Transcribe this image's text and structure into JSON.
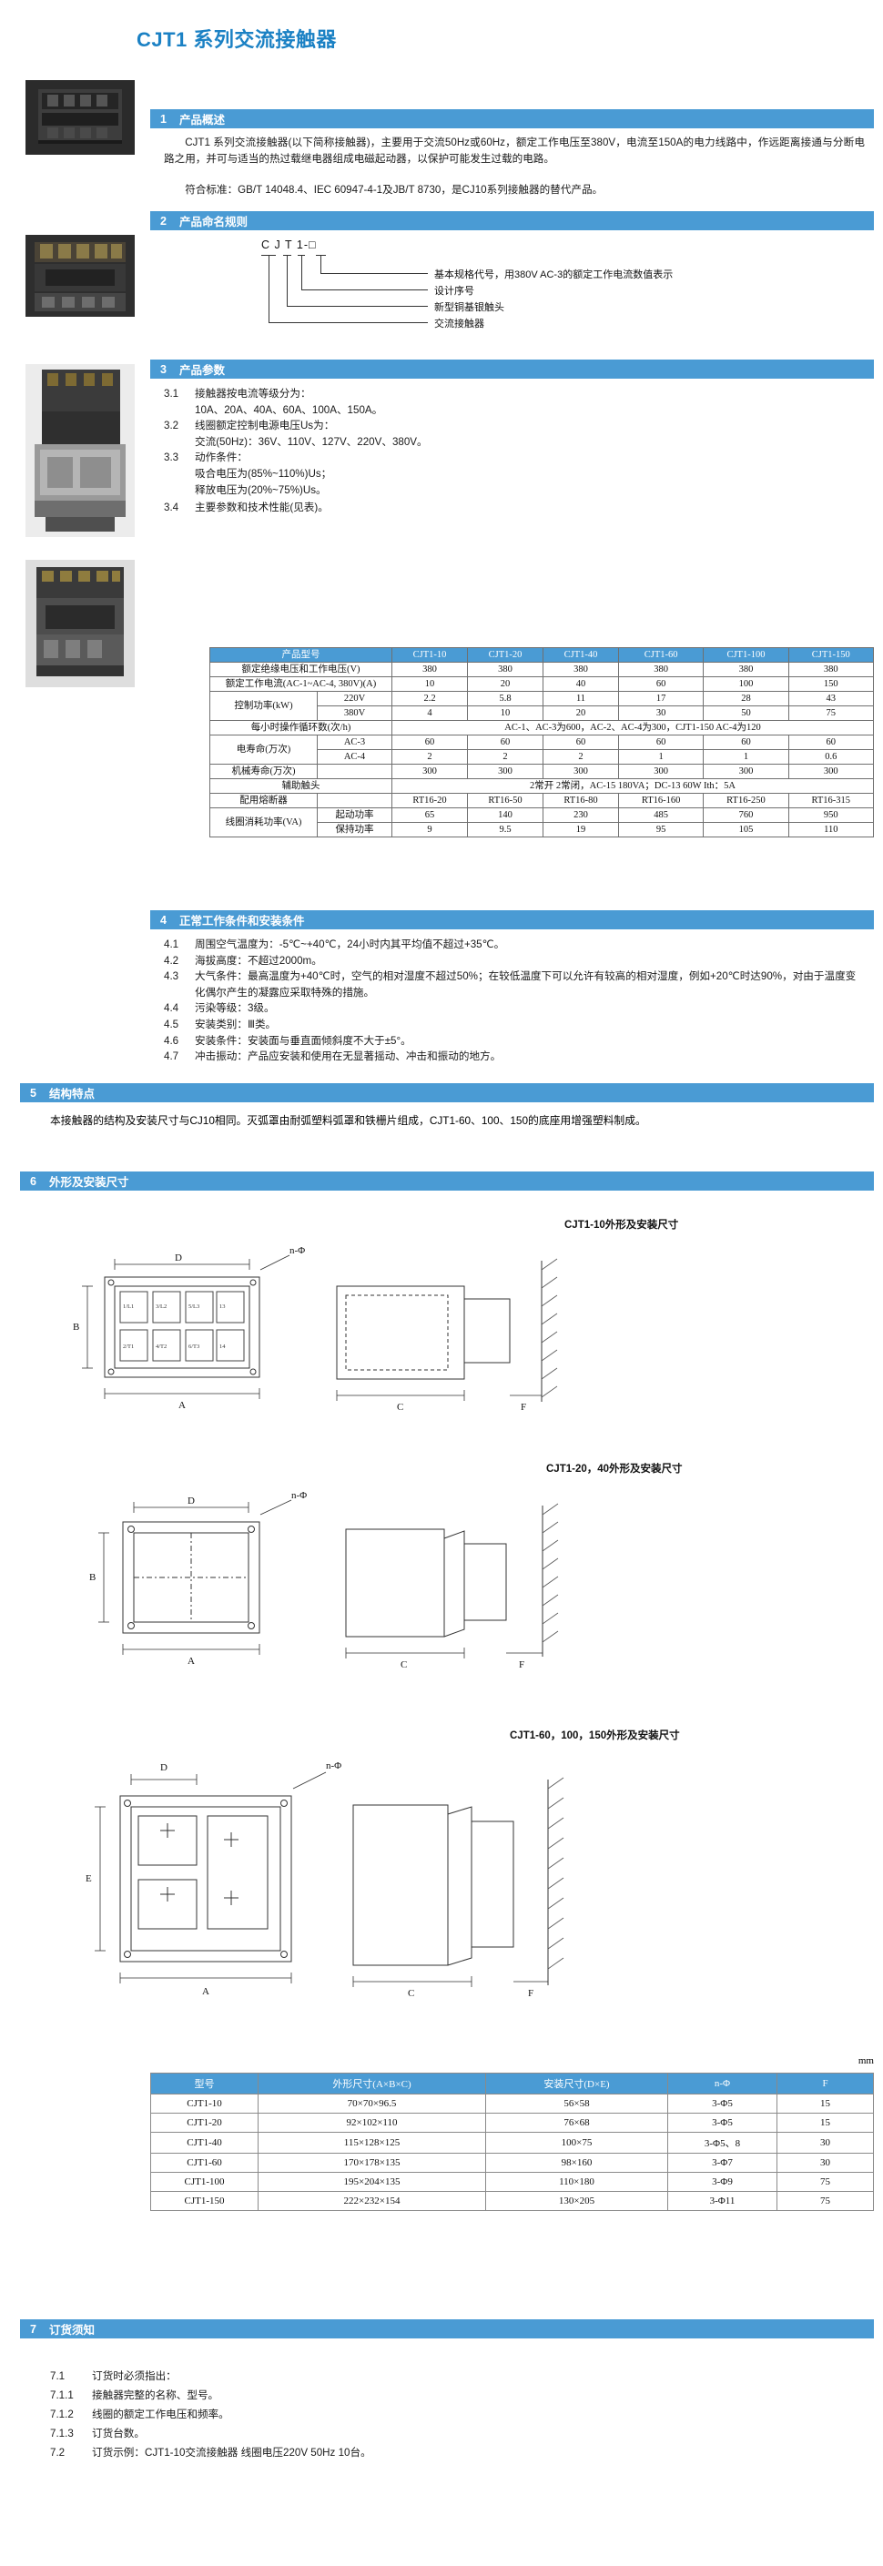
{
  "doc": {
    "title": "CJT1 系列交流接触器"
  },
  "colors": {
    "accent": "#4a9bd4",
    "title": "#1b81c4"
  },
  "sections": {
    "s1": {
      "num": "1",
      "label": "产品概述"
    },
    "s2": {
      "num": "2",
      "label": "产品命名规则"
    },
    "s3": {
      "num": "3",
      "label": "产品参数"
    },
    "s4": {
      "num": "4",
      "label": "正常工作条件和安装条件"
    },
    "s5": {
      "num": "5",
      "label": "结构特点"
    },
    "s6": {
      "num": "6",
      "label": "外形及安装尺寸"
    },
    "s7": {
      "num": "7",
      "label": "订货须知"
    }
  },
  "overview": {
    "p1": "CJT1 系列交流接触器(以下简称接触器)，主要用于交流50Hz或60Hz，额定工作电压至380V，电流至150A的电力线路中，作远距离接通与分断电路之用，并可与适当的热过载继电器组成电磁起动器，以保护可能发生过载的电路。",
    "p2": "符合标准：GB/T 14048.4、IEC 60947-4-1及JB/T 8730，是CJ10系列接触器的替代产品。"
  },
  "naming": {
    "code_parts": [
      "CJ",
      "T",
      "1-",
      "□"
    ],
    "code_text": "C J T 1-□",
    "labels": [
      "基本规格代号，用380V AC-3的额定工作电流数值表示",
      "设计序号",
      "新型铜基银触头",
      "交流接触器"
    ]
  },
  "params_list": [
    {
      "k": "3.1",
      "v": "接触器按电流等级分为：",
      "sub": [
        "10A、20A、40A、60A、100A、150A。"
      ]
    },
    {
      "k": "3.2",
      "v": "线圈额定控制电源电压Us为：",
      "sub": [
        "交流(50Hz)：36V、110V、127V、220V、380V。"
      ]
    },
    {
      "k": "3.3",
      "v": "动作条件：",
      "sub": [
        "吸合电压为(85%~110%)Us；",
        "释放电压为(20%~75%)Us。"
      ]
    },
    {
      "k": "3.4",
      "v": "主要参数和技术性能(见表)。",
      "sub": []
    }
  ],
  "param_table": {
    "model_header": "产品型号",
    "models": [
      "CJT1-10",
      "CJT1-20",
      "CJT1-40",
      "CJT1-60",
      "CJT1-100",
      "CJT1-150"
    ],
    "rows": [
      {
        "label": "额定绝缘电压和工作电压(V)",
        "sub": "",
        "values": [
          "380",
          "380",
          "380",
          "380",
          "380",
          "380"
        ]
      },
      {
        "label": "额定工作电流(AC-1~AC-4, 380V)(A)",
        "sub": "",
        "values": [
          "10",
          "20",
          "40",
          "60",
          "100",
          "150"
        ]
      },
      {
        "label": "控制功率(kW)",
        "sub": "220V",
        "values": [
          "2.2",
          "5.8",
          "11",
          "17",
          "28",
          "43"
        ]
      },
      {
        "label": "",
        "sub": "380V",
        "values": [
          "4",
          "10",
          "20",
          "30",
          "50",
          "75"
        ]
      },
      {
        "label": "每小时操作循环数(次/h)",
        "sub": "",
        "span": "AC-1、AC-3为600，AC-2、AC-4为300，CJT1-150  AC-4为120"
      },
      {
        "label": "电寿命(万次)",
        "sub": "AC-3",
        "values": [
          "60",
          "60",
          "60",
          "60",
          "60",
          "60"
        ]
      },
      {
        "label": "",
        "sub": "AC-4",
        "values": [
          "2",
          "2",
          "2",
          "1",
          "1",
          "0.6"
        ]
      },
      {
        "label": "机械寿命(万次)",
        "sub": "",
        "values": [
          "300",
          "300",
          "300",
          "300",
          "300",
          "300"
        ]
      },
      {
        "label": "辅助触头",
        "sub": "",
        "span": "2常开  2常闭，AC-15   180VA；DC-13   60W   Ith：5A"
      },
      {
        "label": "配用熔断器",
        "sub": "",
        "values": [
          "RT16-20",
          "RT16-50",
          "RT16-80",
          "RT16-160",
          "RT16-250",
          "RT16-315"
        ]
      },
      {
        "label": "线圈消耗功率(VA)",
        "sub": "起动功率",
        "values": [
          "65",
          "140",
          "230",
          "485",
          "760",
          "950"
        ]
      },
      {
        "label": "",
        "sub": "保持功率",
        "values": [
          "9",
          "9.5",
          "19",
          "95",
          "105",
          "110"
        ]
      }
    ]
  },
  "conditions": [
    {
      "k": "4.1",
      "v": "周围空气温度为：-5℃~+40℃，24小时内其平均值不超过+35℃。"
    },
    {
      "k": "4.2",
      "v": "海拔高度：不超过2000m。"
    },
    {
      "k": "4.3",
      "v": "大气条件：最高温度为+40℃时，空气的相对湿度不超过50%；在较低温度下可以允许有较高的相对湿度，例如+20℃时达90%，对由于温度变化偶尔产生的凝露应采取特殊的措施。"
    },
    {
      "k": "4.4",
      "v": "污染等级：3级。"
    },
    {
      "k": "4.5",
      "v": "安装类别：Ⅲ类。"
    },
    {
      "k": "4.6",
      "v": "安装条件：安装面与垂直面倾斜度不大于±5°。"
    },
    {
      "k": "4.7",
      "v": "冲击振动：产品应安装和使用在无显著摇动、冲击和振动的地方。"
    }
  ],
  "structure": {
    "text": "本接触器的结构及安装尺寸与CJ10相同。灭弧罩由耐弧塑料弧罩和铁栅片组成，CJT1-60、100、150的底座用增强塑料制成。"
  },
  "drawings": {
    "cap1": "CJT1-10外形及安装尺寸",
    "cap2": "CJT1-20，40外形及安装尺寸",
    "cap3": "CJT1-60，100，150外形及安装尺寸",
    "dims": [
      "D",
      "B",
      "A",
      "C",
      "E",
      "F",
      "n-Φ"
    ],
    "unit": "mm"
  },
  "dim_table": {
    "headers": [
      "型号",
      "外形尺寸(A×B×C)",
      "安装尺寸(D×E)",
      "n-Φ",
      "F"
    ],
    "rows": [
      [
        "CJT1-10",
        "70×70×96.5",
        "56×58",
        "3-Φ5",
        "15"
      ],
      [
        "CJT1-20",
        "92×102×110",
        "76×68",
        "3-Φ5",
        "15"
      ],
      [
        "CJT1-40",
        "115×128×125",
        "100×75",
        "3-Φ5、8",
        "30"
      ],
      [
        "CJT1-60",
        "170×178×135",
        "98×160",
        "3-Φ7",
        "30"
      ],
      [
        "CJT1-100",
        "195×204×135",
        "110×180",
        "3-Φ9",
        "75"
      ],
      [
        "CJT1-150",
        "222×232×154",
        "130×205",
        "3-Φ11",
        "75"
      ]
    ]
  },
  "ordering": [
    {
      "k": "7.1",
      "v": "订货时必须指出："
    },
    {
      "k": "7.1.1",
      "v": "接触器完整的名称、型号。"
    },
    {
      "k": "7.1.2",
      "v": "线圈的额定工作电压和频率。"
    },
    {
      "k": "7.1.3",
      "v": "订货台数。"
    },
    {
      "k": "7.2",
      "v": "订货示例：CJT1-10交流接触器  线圈电压220V 50Hz 10台。"
    }
  ]
}
